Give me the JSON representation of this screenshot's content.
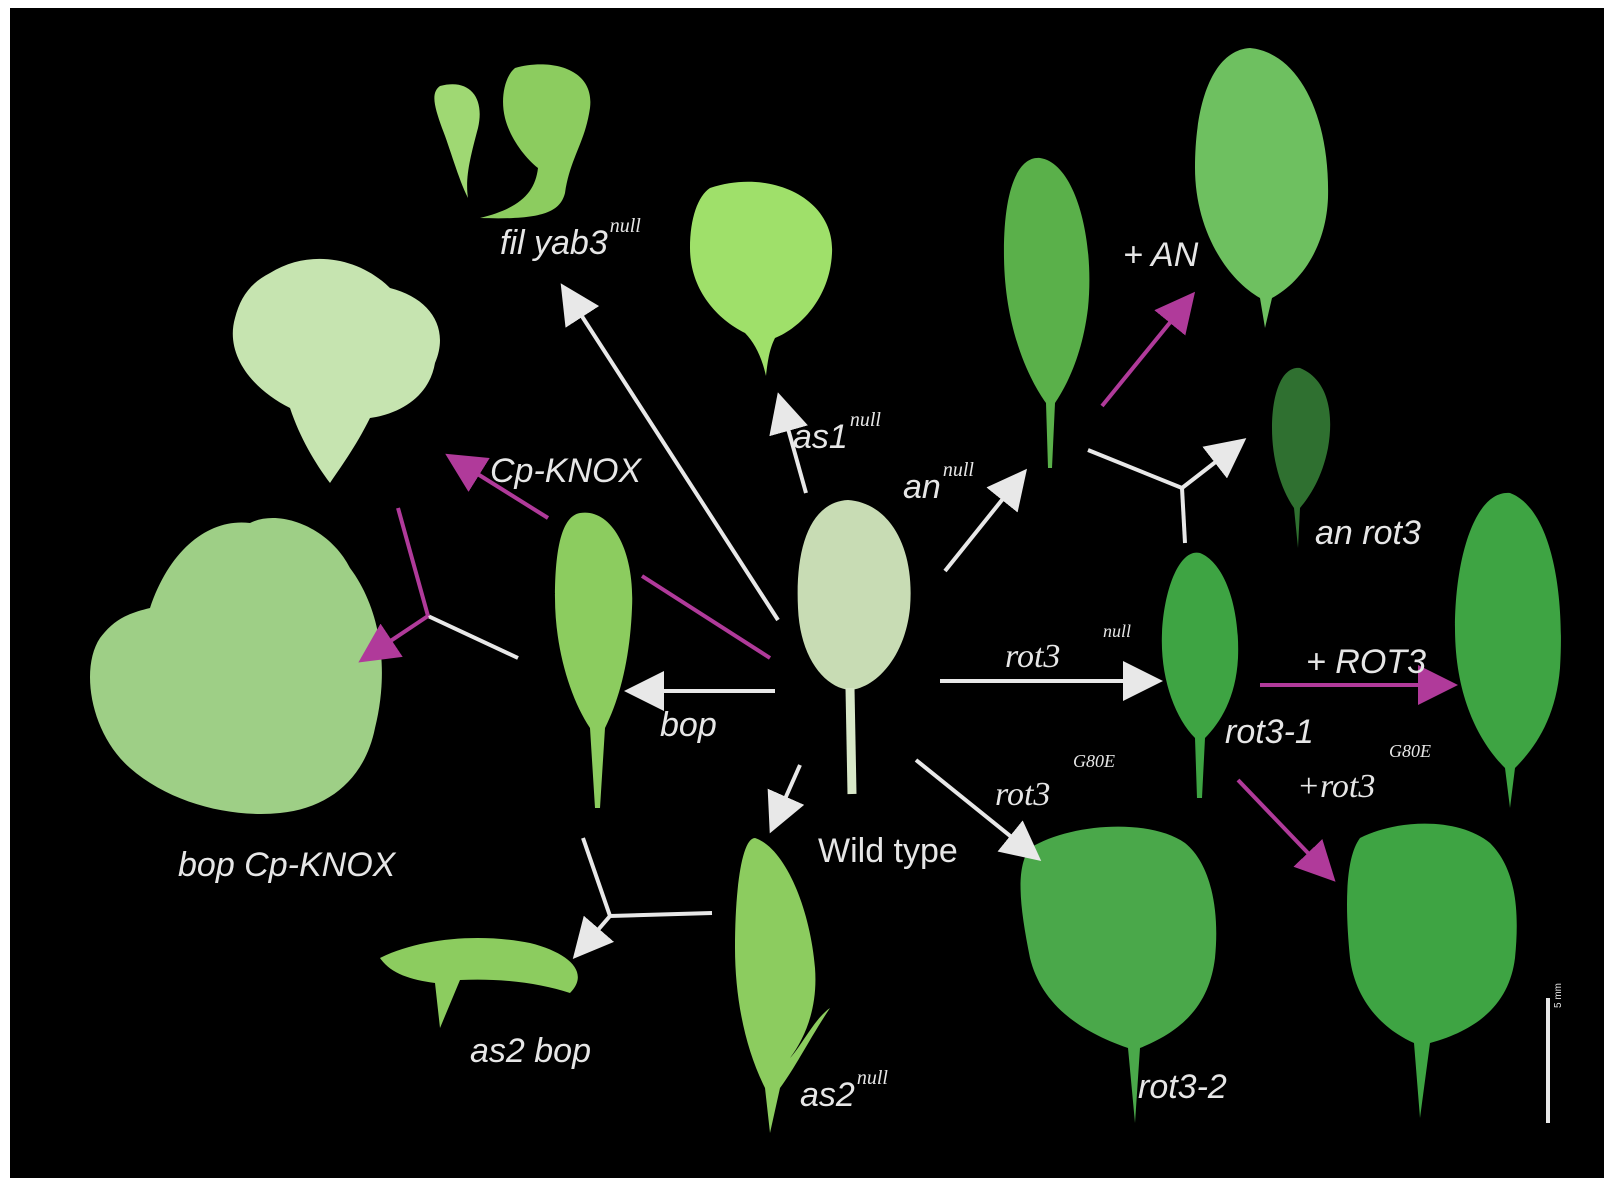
{
  "colors": {
    "background": "#000000",
    "arrow_white": "#e8e8e8",
    "arrow_magenta": "#b03a9a",
    "leaf_light": "#9fd873",
    "leaf_mid": "#5ec04e",
    "leaf_dark": "#2f8f3a",
    "leaf_pale": "#d8e8c8"
  },
  "labels": {
    "fil_yab3": "fil yab3",
    "fil_yab3_sup": "null",
    "as1": "as1",
    "as1_sup": "null",
    "an": "an",
    "an_sup": "null",
    "plus_an": "+ AN",
    "an_rot3": "an rot3",
    "cp_knox": "Cp-KNOX",
    "bop": "bop",
    "bop_cp_knox": "bop Cp-KNOX",
    "rot3_null": "rot3",
    "rot3_null_sup": "null",
    "plus_rot3": "+ ROT3",
    "rot3_1": "rot3-1",
    "rot3_g80e": "rot3",
    "rot3_g80e_sup": "G80E",
    "plus_rot3_g80e": "+rot3",
    "plus_rot3_g80e_sup": "G80E",
    "wild_type": "Wild type",
    "rot3_2": "rot3-2",
    "as2_bop": "as2 bop",
    "as2": "as2",
    "as2_sup": "null",
    "scale_bar": "5 mm"
  }
}
